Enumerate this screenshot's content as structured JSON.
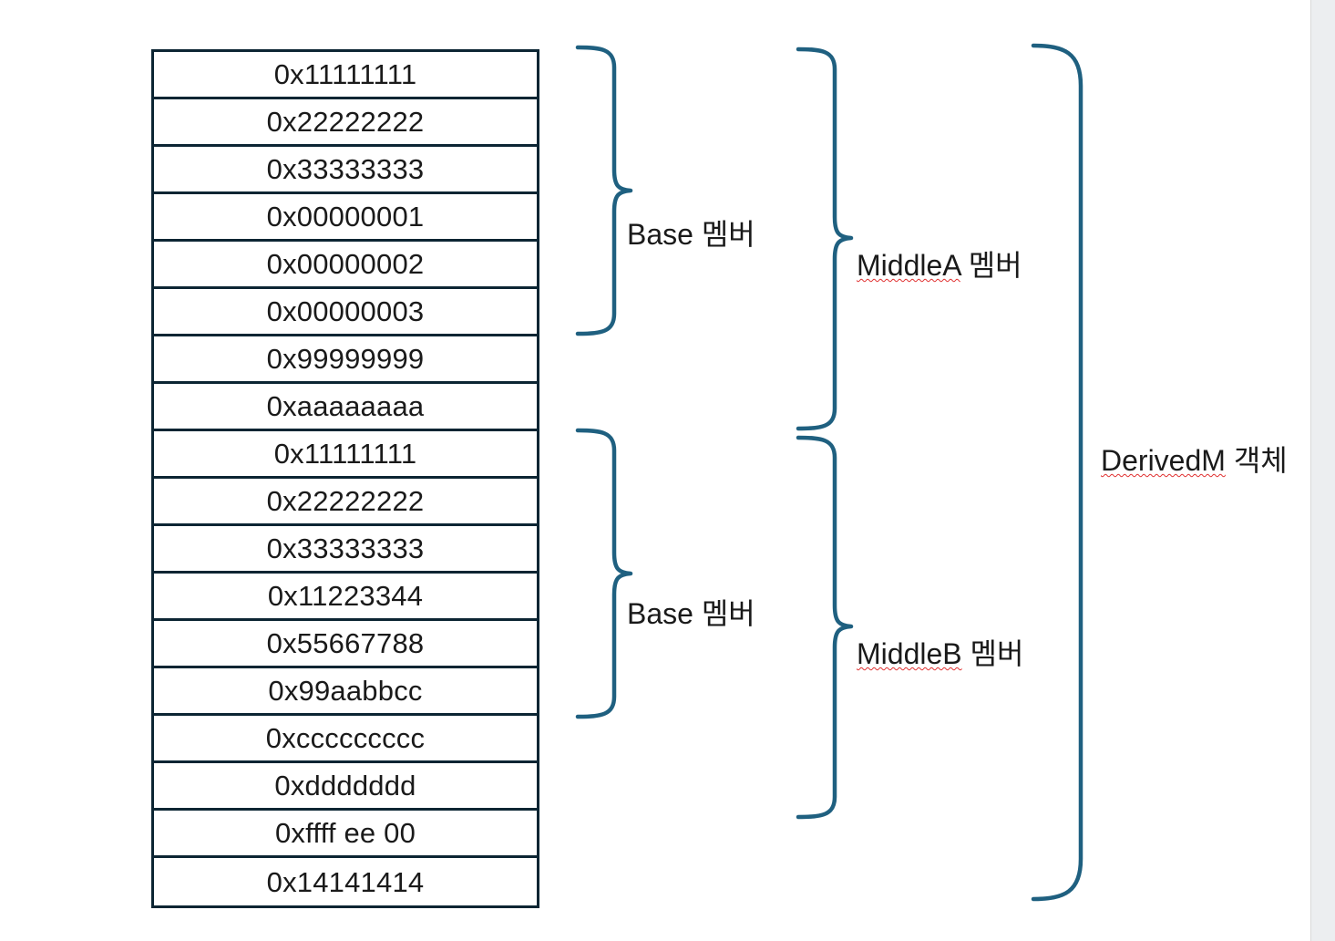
{
  "diagram": {
    "title": "DerivedM object memory layout",
    "colors": {
      "brace": "#1f6080",
      "table_border": "#0c2533",
      "text": "#1a1a1a",
      "spellcheck_underline": "#e03030",
      "page_edge": "#eceef0"
    },
    "memory_table": {
      "rows": [
        {
          "value": "0x11111111"
        },
        {
          "value": "0x22222222"
        },
        {
          "value": "0x33333333"
        },
        {
          "value": "0x00000001"
        },
        {
          "value": "0x00000002"
        },
        {
          "value": "0x00000003"
        },
        {
          "value": "0x99999999"
        },
        {
          "value": "0xaaaaaaaa"
        },
        {
          "value": "0x11111111"
        },
        {
          "value": "0x22222222"
        },
        {
          "value": "0x33333333"
        },
        {
          "value": "0x11223344"
        },
        {
          "value": "0x55667788"
        },
        {
          "value": "0x99aabbcc"
        },
        {
          "value": "0xccccccccc"
        },
        {
          "value": "0xddddddd"
        },
        {
          "value": "0xffff ee 00"
        },
        {
          "value": "0x14141414"
        }
      ]
    },
    "braces": [
      {
        "name": "base-a",
        "label_main": "Base",
        "label_suffix": " 멤버",
        "misspelled": false,
        "spans_rows": [
          1,
          6
        ]
      },
      {
        "name": "base-b",
        "label_main": "Base",
        "label_suffix": " 멤버",
        "misspelled": false,
        "spans_rows": [
          9,
          14
        ]
      },
      {
        "name": "middle-a",
        "label_main": "MiddleA",
        "label_suffix": " 멤버",
        "misspelled": true,
        "spans_rows": [
          1,
          8
        ]
      },
      {
        "name": "middle-b",
        "label_main": "MiddleB",
        "label_suffix": " 멤버",
        "misspelled": true,
        "spans_rows": [
          9,
          16
        ]
      },
      {
        "name": "derived-m",
        "label_main": "DerivedM",
        "label_suffix": " 객체",
        "misspelled": true,
        "spans_rows": [
          1,
          18
        ]
      }
    ]
  }
}
